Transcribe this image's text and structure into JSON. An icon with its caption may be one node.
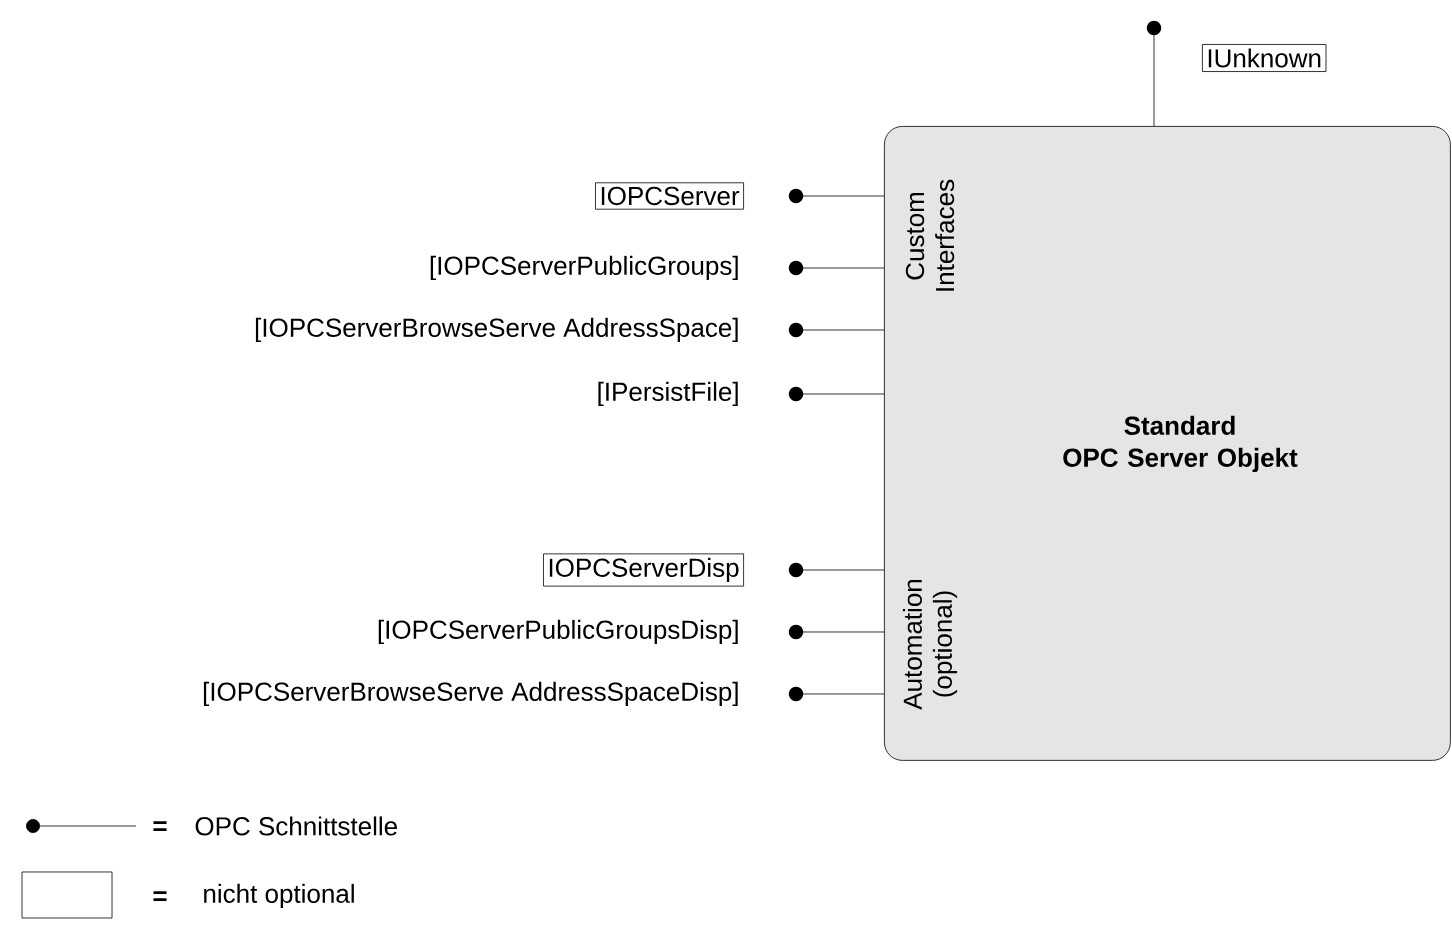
{
  "diagram": {
    "nodes": [
      {
        "text": [
          "Standard OPC Server Objekt",
          "Custom Interfaces",
          "Automation (optional)"
        ]
      },
      {
        "text": [
          "IUnknown"
        ]
      },
      {
        "text": [
          "IOPCServer"
        ]
      },
      {
        "text": [
          "[IOPCServerPublicGroups]"
        ]
      },
      {
        "text": [
          "[IOPCServerBrowseServe AddressSpace]"
        ]
      },
      {
        "text": [
          "[IPersistFile]"
        ]
      },
      {
        "text": [
          "IOPCServerDisp"
        ]
      },
      {
        "text": [
          "[IOPCServerPublicGroupsDisp]"
        ]
      },
      {
        "text": [
          "[IOPCServerBrowseServe AddressSpaceDisp]"
        ]
      }
    ],
    "edges": [
      {
        "from": 1,
        "to": 0,
        "arrow": "other"
      },
      {
        "from": 2,
        "to": 0,
        "arrow": "other"
      },
      {
        "from": 3,
        "to": 0,
        "arrow": "other"
      },
      {
        "from": 4,
        "to": 0,
        "arrow": "other"
      },
      {
        "from": 5,
        "to": 0,
        "arrow": "other"
      },
      {
        "from": 6,
        "to": 0,
        "arrow": "other"
      },
      {
        "from": 7,
        "to": 0,
        "arrow": "other"
      },
      {
        "from": 8,
        "to": 0,
        "arrow": "other"
      }
    ],
    "labels": [
      "=",
      "="
    ],
    "legend": [
      {
        "text": "OPC Schnittstelle"
      },
      {
        "text": "nicht optional"
      }
    ]
  }
}
